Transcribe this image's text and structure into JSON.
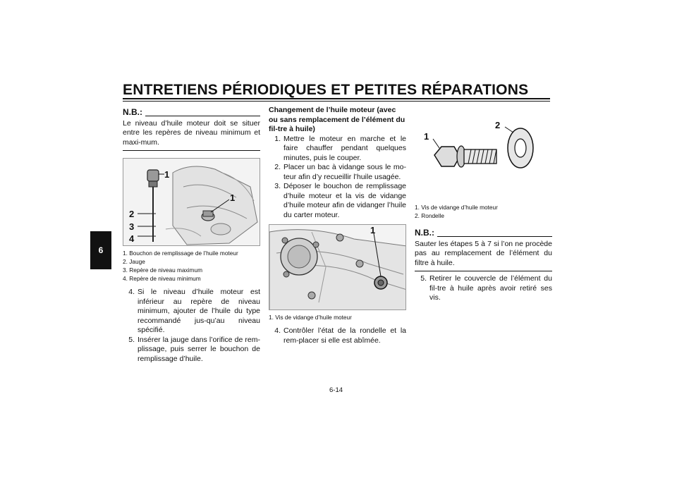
{
  "header": {
    "title": "ENTRETIENS PÉRIODIQUES ET PETITES RÉPARATIONS"
  },
  "chapter_tab": "6",
  "page_number": "6-14",
  "column1": {
    "nb_label": "N.B.:",
    "nb_text": "Le niveau d’huile moteur doit se situer entre les repères de niveau minimum et maxi-mum.",
    "figure_callouts": [
      "1",
      "1",
      "2",
      "3",
      "4"
    ],
    "captions": [
      "1. Bouchon de remplissage de l’huile moteur",
      "2. Jauge",
      "3. Repère de niveau maximum",
      "4. Repère de niveau minimum"
    ],
    "steps": [
      {
        "num": "4.",
        "text": "Si le niveau d’huile moteur est inférieur au repère de niveau minimum, ajouter de l’huile du type recommandé jus-qu’au niveau spécifié."
      },
      {
        "num": "5.",
        "text": "Insérer la jauge dans l’orifice de rem-plissage, puis serrer le bouchon de remplissage d’huile."
      }
    ]
  },
  "column2": {
    "heading": "Changement de l’huile moteur (avec ou sans remplacement de l’élément du fil-tre à huile)",
    "steps": [
      {
        "num": "1.",
        "text": "Mettre le moteur en marche et le faire chauffer pendant quelques minutes, puis le couper."
      },
      {
        "num": "2.",
        "text": "Placer un bac à vidange sous le mo-teur afin d’y recueillir l’huile usagée."
      },
      {
        "num": "3.",
        "text": "Déposer le bouchon de remplissage d’huile moteur et la vis de vidange d’huile moteur afin de vidanger l’huile du carter moteur."
      }
    ],
    "figure_callouts": [
      "1"
    ],
    "captions": [
      "1. Vis de vidange d’huile moteur"
    ],
    "steps_after": [
      {
        "num": "4.",
        "text": "Contrôler l’état de la rondelle et la rem-placer si elle est abîmée."
      }
    ]
  },
  "column3": {
    "figure_callouts": [
      "1",
      "2"
    ],
    "captions": [
      "1. Vis de vidange d’huile moteur",
      "2. Rondelle"
    ],
    "nb_label": "N.B.:",
    "nb_text": "Sauter les étapes 5 à 7 si l’on ne procède pas au remplacement de l’élément du filtre à huile.",
    "steps": [
      {
        "num": "5.",
        "text": "Retirer le couvercle de l’élément du fil-tre à huile après avoir retiré ses vis."
      }
    ]
  }
}
